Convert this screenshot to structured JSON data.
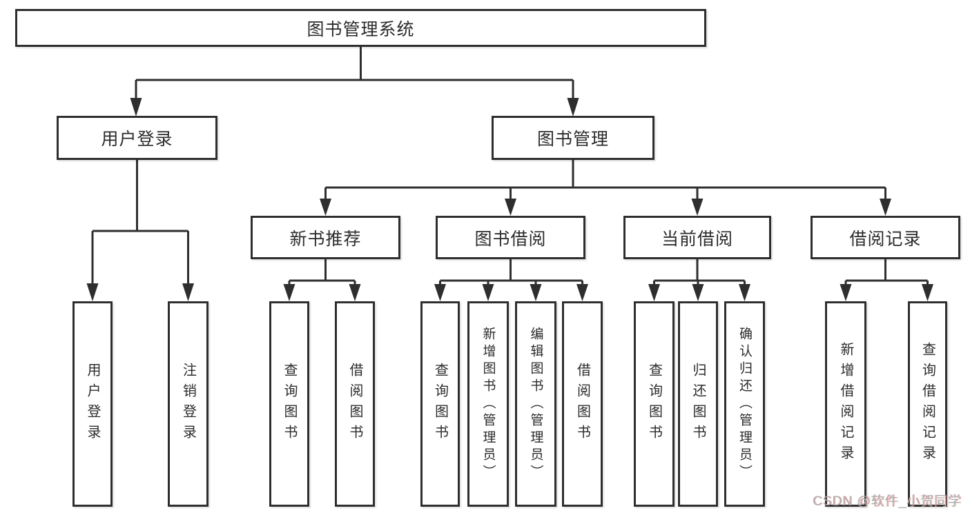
{
  "diagram": {
    "title": "图书管理系统",
    "level2": [
      {
        "label": "用户登录"
      },
      {
        "label": "图书管理"
      }
    ],
    "level3": [
      {
        "label": "新书推荐"
      },
      {
        "label": "图书借阅"
      },
      {
        "label": "当前借阅"
      },
      {
        "label": "借阅记录"
      }
    ],
    "leaves": {
      "user_login": [
        "用户登录",
        "注销登录"
      ],
      "new_book_recommend": [
        "查询图书",
        "借阅图书"
      ],
      "book_borrow": [
        "查询图书",
        "新增图书（管理员）",
        "编辑图书（管理员）",
        "借阅图书"
      ],
      "current_borrow": [
        "查询图书",
        "归还图书",
        "确认归还（管理员）"
      ],
      "borrow_record": [
        "新增借阅记录",
        "查询借阅记录"
      ]
    },
    "colors": {
      "line": "#2e2e2e",
      "box_border": "#2e2e2e",
      "text": "#2b2b2b",
      "background": "#ffffff",
      "watermark": "#adadad"
    }
  },
  "watermark": {
    "text": "CSDN @软件_小贺同学"
  }
}
